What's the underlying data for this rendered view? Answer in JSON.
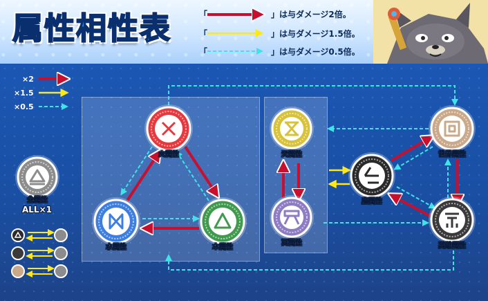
{
  "header": {
    "title": "属性相性表",
    "legend": [
      {
        "prefix": "「",
        "suffix": "」は与ダメージ2倍。",
        "type": "x2"
      },
      {
        "prefix": "「",
        "suffix": "」は与ダメージ1.5倍。",
        "type": "x15"
      },
      {
        "prefix": "「",
        "suffix": "」は与ダメージ0.5倍。",
        "type": "x05"
      }
    ]
  },
  "key": [
    {
      "label": "×2",
      "type": "x2"
    },
    {
      "label": "×1.5",
      "type": "x15"
    },
    {
      "label": "×0.5",
      "type": "x05"
    }
  ],
  "colors": {
    "x2": "#c8102e",
    "x15": "#ffe81a",
    "x05": "#3fe3e8",
    "fire": "#e8383d",
    "water": "#3d7fe0",
    "wood": "#3f9a4e",
    "heaven": "#d8c23a",
    "underworld": "#8d7cc4",
    "demon": "#2a2a2a",
    "world": "#c9a98a",
    "hero": "#3a3a3a",
    "neutral": "#8c8c8c"
  },
  "nodes": [
    {
      "id": "fire",
      "label": "火属性",
      "icon": "x-icon"
    },
    {
      "id": "water",
      "label": "水属性",
      "icon": "bowtie-icon"
    },
    {
      "id": "wood",
      "label": "木属性",
      "icon": "triangle-icon"
    },
    {
      "id": "heaven",
      "label": "天属性",
      "icon": "heaven-icon"
    },
    {
      "id": "underworld",
      "label": "冥属性",
      "icon": "underworld-icon"
    },
    {
      "id": "demon",
      "label": "魔属性",
      "icon": "demon-icon"
    },
    {
      "id": "world",
      "label": "世界属性",
      "icon": "world-icon"
    },
    {
      "id": "hero",
      "label": "英雄属性",
      "icon": "hero-icon"
    },
    {
      "id": "neutral",
      "label": "全属性",
      "icon": "neutral-icon"
    }
  ],
  "neutral_multiplier": "ALL×1"
}
